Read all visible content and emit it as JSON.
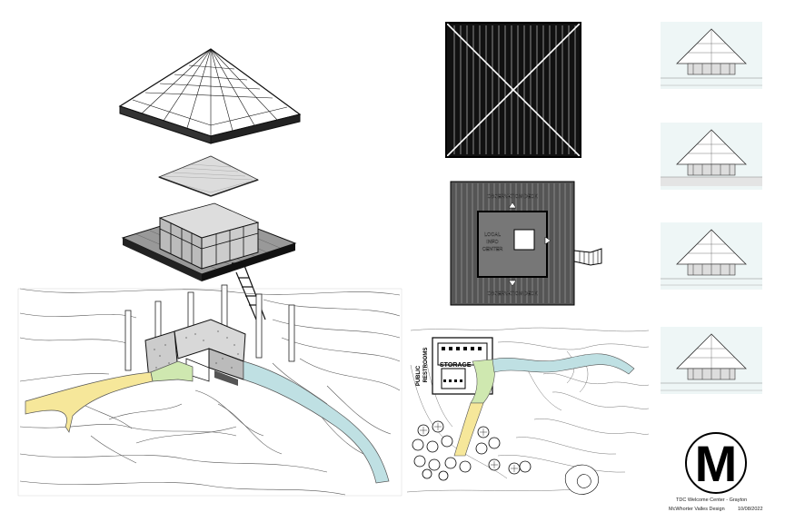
{
  "plan_labels": {
    "deck_top": "OBSERVATION DECK",
    "deck_bottom": "OBSERVATION DECK",
    "center_line1": "LOCAL",
    "center_line2": "INFO",
    "center_line3": "CENTER"
  },
  "site_labels": {
    "public_line1": "PUBLIC",
    "public_line2": "RESTROOMS",
    "storage": "STORAGE"
  },
  "credits": {
    "logo_letter": "M",
    "project": "TDC Welcome Center - Grayton",
    "firm": "McWhorter Valles Design",
    "date": "10/08/2022"
  },
  "colors": {
    "path_yellow": "#f6e79a",
    "path_blue": "#bfe0e3",
    "path_green": "#cfe8b0",
    "sky": "#eef6f6"
  }
}
